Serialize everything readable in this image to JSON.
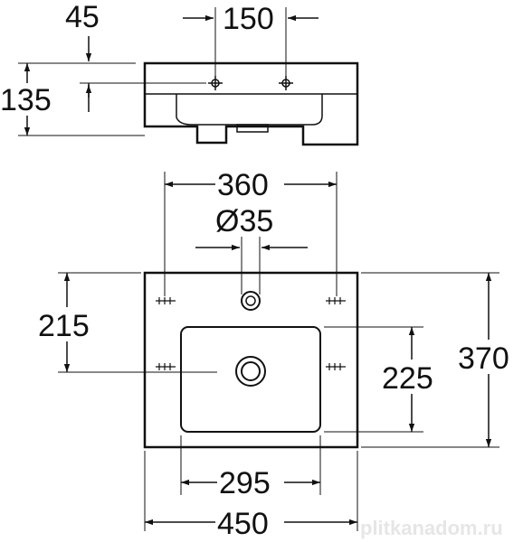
{
  "drawing": {
    "top_view_dims": {
      "d45": "45",
      "d150": "150",
      "d135": "135"
    },
    "plan_dims": {
      "d360": "360",
      "d35": "Ø35",
      "d215": "215",
      "d225": "225",
      "d370": "370",
      "d295": "295",
      "d450": "450"
    },
    "watermark": "plitkanadom.ru",
    "line_color": "#111111",
    "background": "#ffffff"
  }
}
